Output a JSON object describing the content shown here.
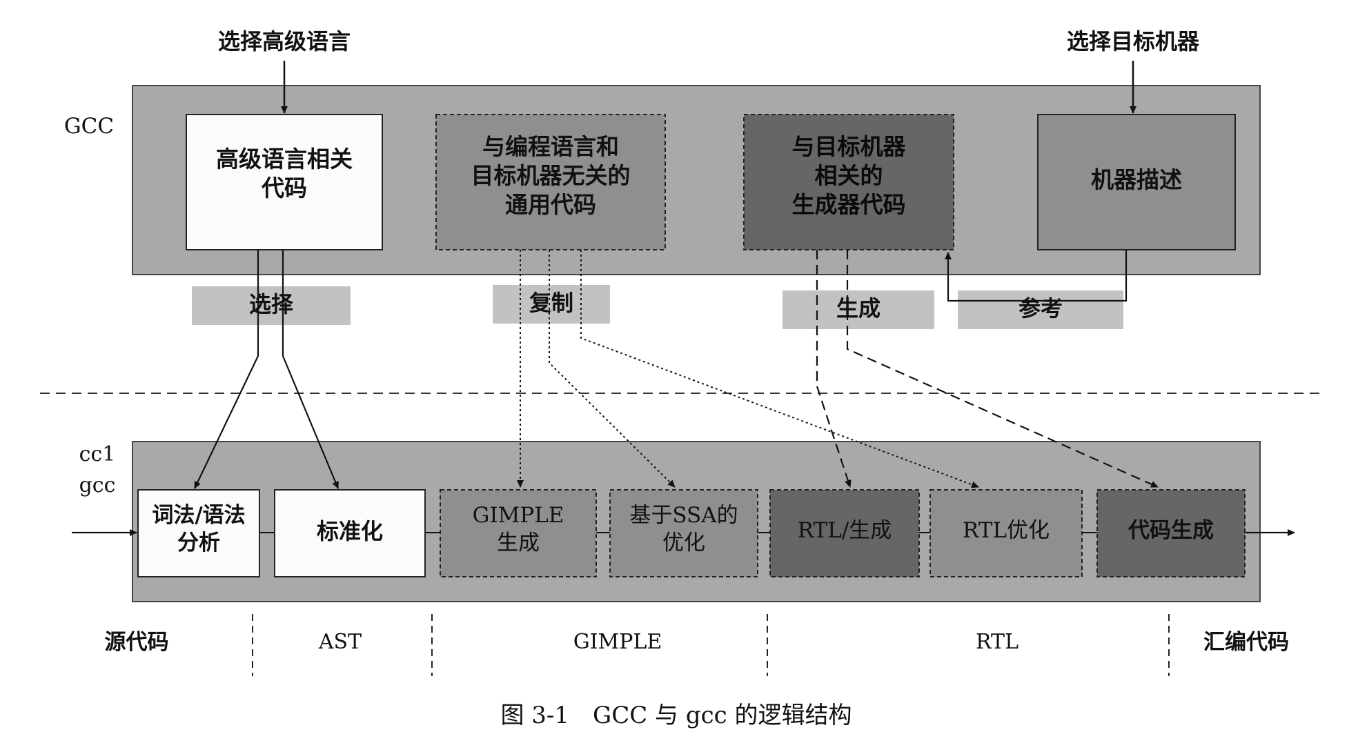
{
  "top_labels": {
    "select_language": "选择高级语言",
    "select_target": "选择目标机器"
  },
  "gcc_label": "GCC",
  "gcc_modules": {
    "lang_code": [
      "高级语言相关",
      "代码"
    ],
    "generic_code": [
      "与编程语言和",
      "目标机器无关的",
      "通用代码"
    ],
    "target_code": [
      "与目标机器",
      "相关的",
      "生成器代码"
    ],
    "machine_desc": "机器描述"
  },
  "operations": {
    "select": "选择",
    "copy": "复制",
    "generate": "生成",
    "reference": "参考"
  },
  "cc1_label": [
    "cc1",
    "gcc"
  ],
  "pipeline_stages": [
    [
      "词法/语法",
      "分析"
    ],
    [
      "标准化"
    ],
    [
      "GIMPLE",
      "生成"
    ],
    [
      "基于SSA的",
      "优化"
    ],
    [
      "RTL/生成"
    ],
    [
      "RTL优化"
    ],
    [
      "代码生成"
    ]
  ],
  "representations": [
    "源代码",
    "AST",
    "GIMPLE",
    "RTL",
    "汇编代码"
  ],
  "caption": "图 3-1　GCC 与 gcc 的逻辑结构",
  "colors": {
    "panel": "#a9a9a9",
    "white_box": "#fbfbfb",
    "mid_box": "#8f8f8f",
    "dark_box": "#666666",
    "label_box": "#c2c2c2"
  }
}
